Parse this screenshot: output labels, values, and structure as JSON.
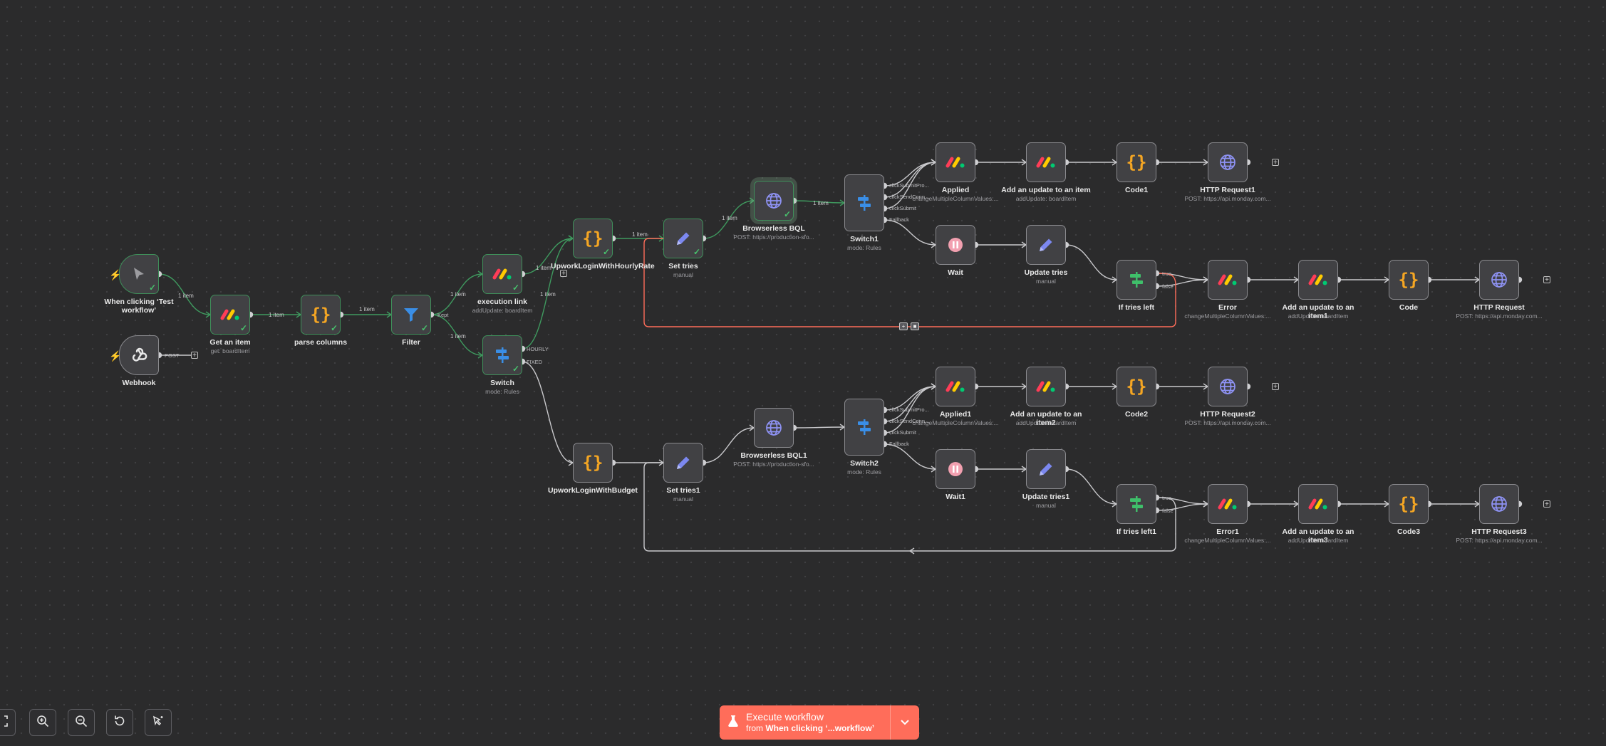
{
  "canvas": {
    "background": "#2b2b2c",
    "accent": "#ff6d5a",
    "success": "#48c16d",
    "error_loop": "#ff6d5a"
  },
  "nodes": [
    {
      "id": "trigger",
      "name": "When clicking ‘Test workflow’",
      "sub": "",
      "icon": "cursor-icon",
      "status": "success"
    },
    {
      "id": "webhook",
      "name": "Webhook",
      "sub": "",
      "icon": "webhook-icon",
      "status": "none"
    },
    {
      "id": "get_item",
      "name": "Get an item",
      "sub": "get: boardItem",
      "icon": "monday-icon",
      "status": "success"
    },
    {
      "id": "parse",
      "name": "parse columns",
      "sub": "",
      "icon": "code-icon",
      "status": "success"
    },
    {
      "id": "filter",
      "name": "Filter",
      "sub": "",
      "icon": "filter-icon",
      "status": "success"
    },
    {
      "id": "exec_link",
      "name": "execution link",
      "sub": "addUpdate: boardItem",
      "icon": "monday-icon",
      "status": "success"
    },
    {
      "id": "switch",
      "name": "Switch",
      "sub": "mode: Rules",
      "icon": "switch-icon",
      "status": "success"
    },
    {
      "id": "login_hourly",
      "name": "UpworkLoginWithHourlyRate",
      "sub": "",
      "icon": "code-icon",
      "status": "success"
    },
    {
      "id": "set_tries",
      "name": "Set tries",
      "sub": "manual",
      "icon": "pencil-icon",
      "status": "success"
    },
    {
      "id": "bql",
      "name": "Browserless BQL",
      "sub": "POST: https://production-sfo...",
      "icon": "globe-icon",
      "status": "success"
    },
    {
      "id": "switch1",
      "name": "Switch1",
      "sub": "mode: Rules",
      "icon": "switch-icon",
      "status": "none"
    },
    {
      "id": "applied",
      "name": "Applied",
      "sub": "changeMultipleColumnValues:...",
      "icon": "monday-icon",
      "status": "none"
    },
    {
      "id": "add_update",
      "name": "Add an update to an item",
      "sub": "addUpdate: boardItem",
      "icon": "monday-icon",
      "status": "none"
    },
    {
      "id": "code1",
      "name": "Code1",
      "sub": "",
      "icon": "code-icon",
      "status": "none"
    },
    {
      "id": "http1",
      "name": "HTTP Request1",
      "sub": "POST: https://api.monday.com...",
      "icon": "globe-icon",
      "status": "none"
    },
    {
      "id": "wait",
      "name": "Wait",
      "sub": "",
      "icon": "pause-icon",
      "status": "none"
    },
    {
      "id": "update_tries",
      "name": "Update tries",
      "sub": "manual",
      "icon": "pencil-icon",
      "status": "none"
    },
    {
      "id": "if_tries",
      "name": "If tries left",
      "sub": "",
      "icon": "if-icon",
      "status": "none"
    },
    {
      "id": "error",
      "name": "Error",
      "sub": "changeMultipleColumnValues:...",
      "icon": "monday-icon",
      "status": "none"
    },
    {
      "id": "add_update1",
      "name": "Add an update to an item1",
      "sub": "addUpdate: boardItem",
      "icon": "monday-icon",
      "status": "none"
    },
    {
      "id": "code",
      "name": "Code",
      "sub": "",
      "icon": "code-icon",
      "status": "none"
    },
    {
      "id": "http",
      "name": "HTTP Request",
      "sub": "POST: https://api.monday.com...",
      "icon": "globe-icon",
      "status": "none"
    },
    {
      "id": "login_budget",
      "name": "UpworkLoginWithBudget",
      "sub": "",
      "icon": "code-icon",
      "status": "none"
    },
    {
      "id": "set_tries1",
      "name": "Set tries1",
      "sub": "manual",
      "icon": "pencil-icon",
      "status": "none"
    },
    {
      "id": "bql1",
      "name": "Browserless BQL1",
      "sub": "POST: https://production-sfo...",
      "icon": "globe-icon",
      "status": "none"
    },
    {
      "id": "switch2",
      "name": "Switch2",
      "sub": "mode: Rules",
      "icon": "switch-icon",
      "status": "none"
    },
    {
      "id": "applied1",
      "name": "Applied1",
      "sub": "changeMultipleColumnValues:...",
      "icon": "monday-icon",
      "status": "none"
    },
    {
      "id": "add_update2",
      "name": "Add an update to an item2",
      "sub": "addUpdate: boardItem",
      "icon": "monday-icon",
      "status": "none"
    },
    {
      "id": "code2",
      "name": "Code2",
      "sub": "",
      "icon": "code-icon",
      "status": "none"
    },
    {
      "id": "http2",
      "name": "HTTP Request2",
      "sub": "POST: https://api.monday.com...",
      "icon": "globe-icon",
      "status": "none"
    },
    {
      "id": "wait1",
      "name": "Wait1",
      "sub": "",
      "icon": "pause-icon",
      "status": "none"
    },
    {
      "id": "update_tries1",
      "name": "Update tries1",
      "sub": "manual",
      "icon": "pencil-icon",
      "status": "none"
    },
    {
      "id": "if_tries1",
      "name": "If tries left1",
      "sub": "",
      "icon": "if-icon",
      "status": "none"
    },
    {
      "id": "error1",
      "name": "Error1",
      "sub": "changeMultipleColumnValues:...",
      "icon": "monday-icon",
      "status": "none"
    },
    {
      "id": "add_update3",
      "name": "Add an update to an item3",
      "sub": "addUpdate: boardItem",
      "icon": "monday-icon",
      "status": "none"
    },
    {
      "id": "code3",
      "name": "Code3",
      "sub": "",
      "icon": "code-icon",
      "status": "none"
    },
    {
      "id": "http3",
      "name": "HTTP Request3",
      "sub": "POST: https://api.monday.com...",
      "icon": "globe-icon",
      "status": "none"
    }
  ],
  "connection_labels": {
    "one_item": "1 item"
  },
  "ports": {
    "webhook_out": "POST",
    "filter_kept": "Kept",
    "switch_hourly": "HOURLY",
    "switch_fixed": "FIXED",
    "switch1": [
      "clickSubmitPro...",
      "clickSendConn...",
      "clickSubmit",
      "Fallback"
    ],
    "switch2": [
      "clickSubmitPro...",
      "clickSendConn...",
      "clickSubmit",
      "Fallback"
    ],
    "if_true": "true",
    "if_false": "false"
  },
  "execute": {
    "line1": "Execute workflow",
    "line2_prefix": "from",
    "line2_target": "When clicking ‘...workflow’"
  },
  "controls": [
    {
      "name": "fit-view-button",
      "icon": "fit-view-icon"
    },
    {
      "name": "zoom-in-button",
      "icon": "zoom-in-icon"
    },
    {
      "name": "zoom-out-button",
      "icon": "zoom-out-icon"
    },
    {
      "name": "reset-zoom-button",
      "icon": "reset-icon"
    },
    {
      "name": "tidy-up-button",
      "icon": "tidy-up-icon"
    }
  ]
}
